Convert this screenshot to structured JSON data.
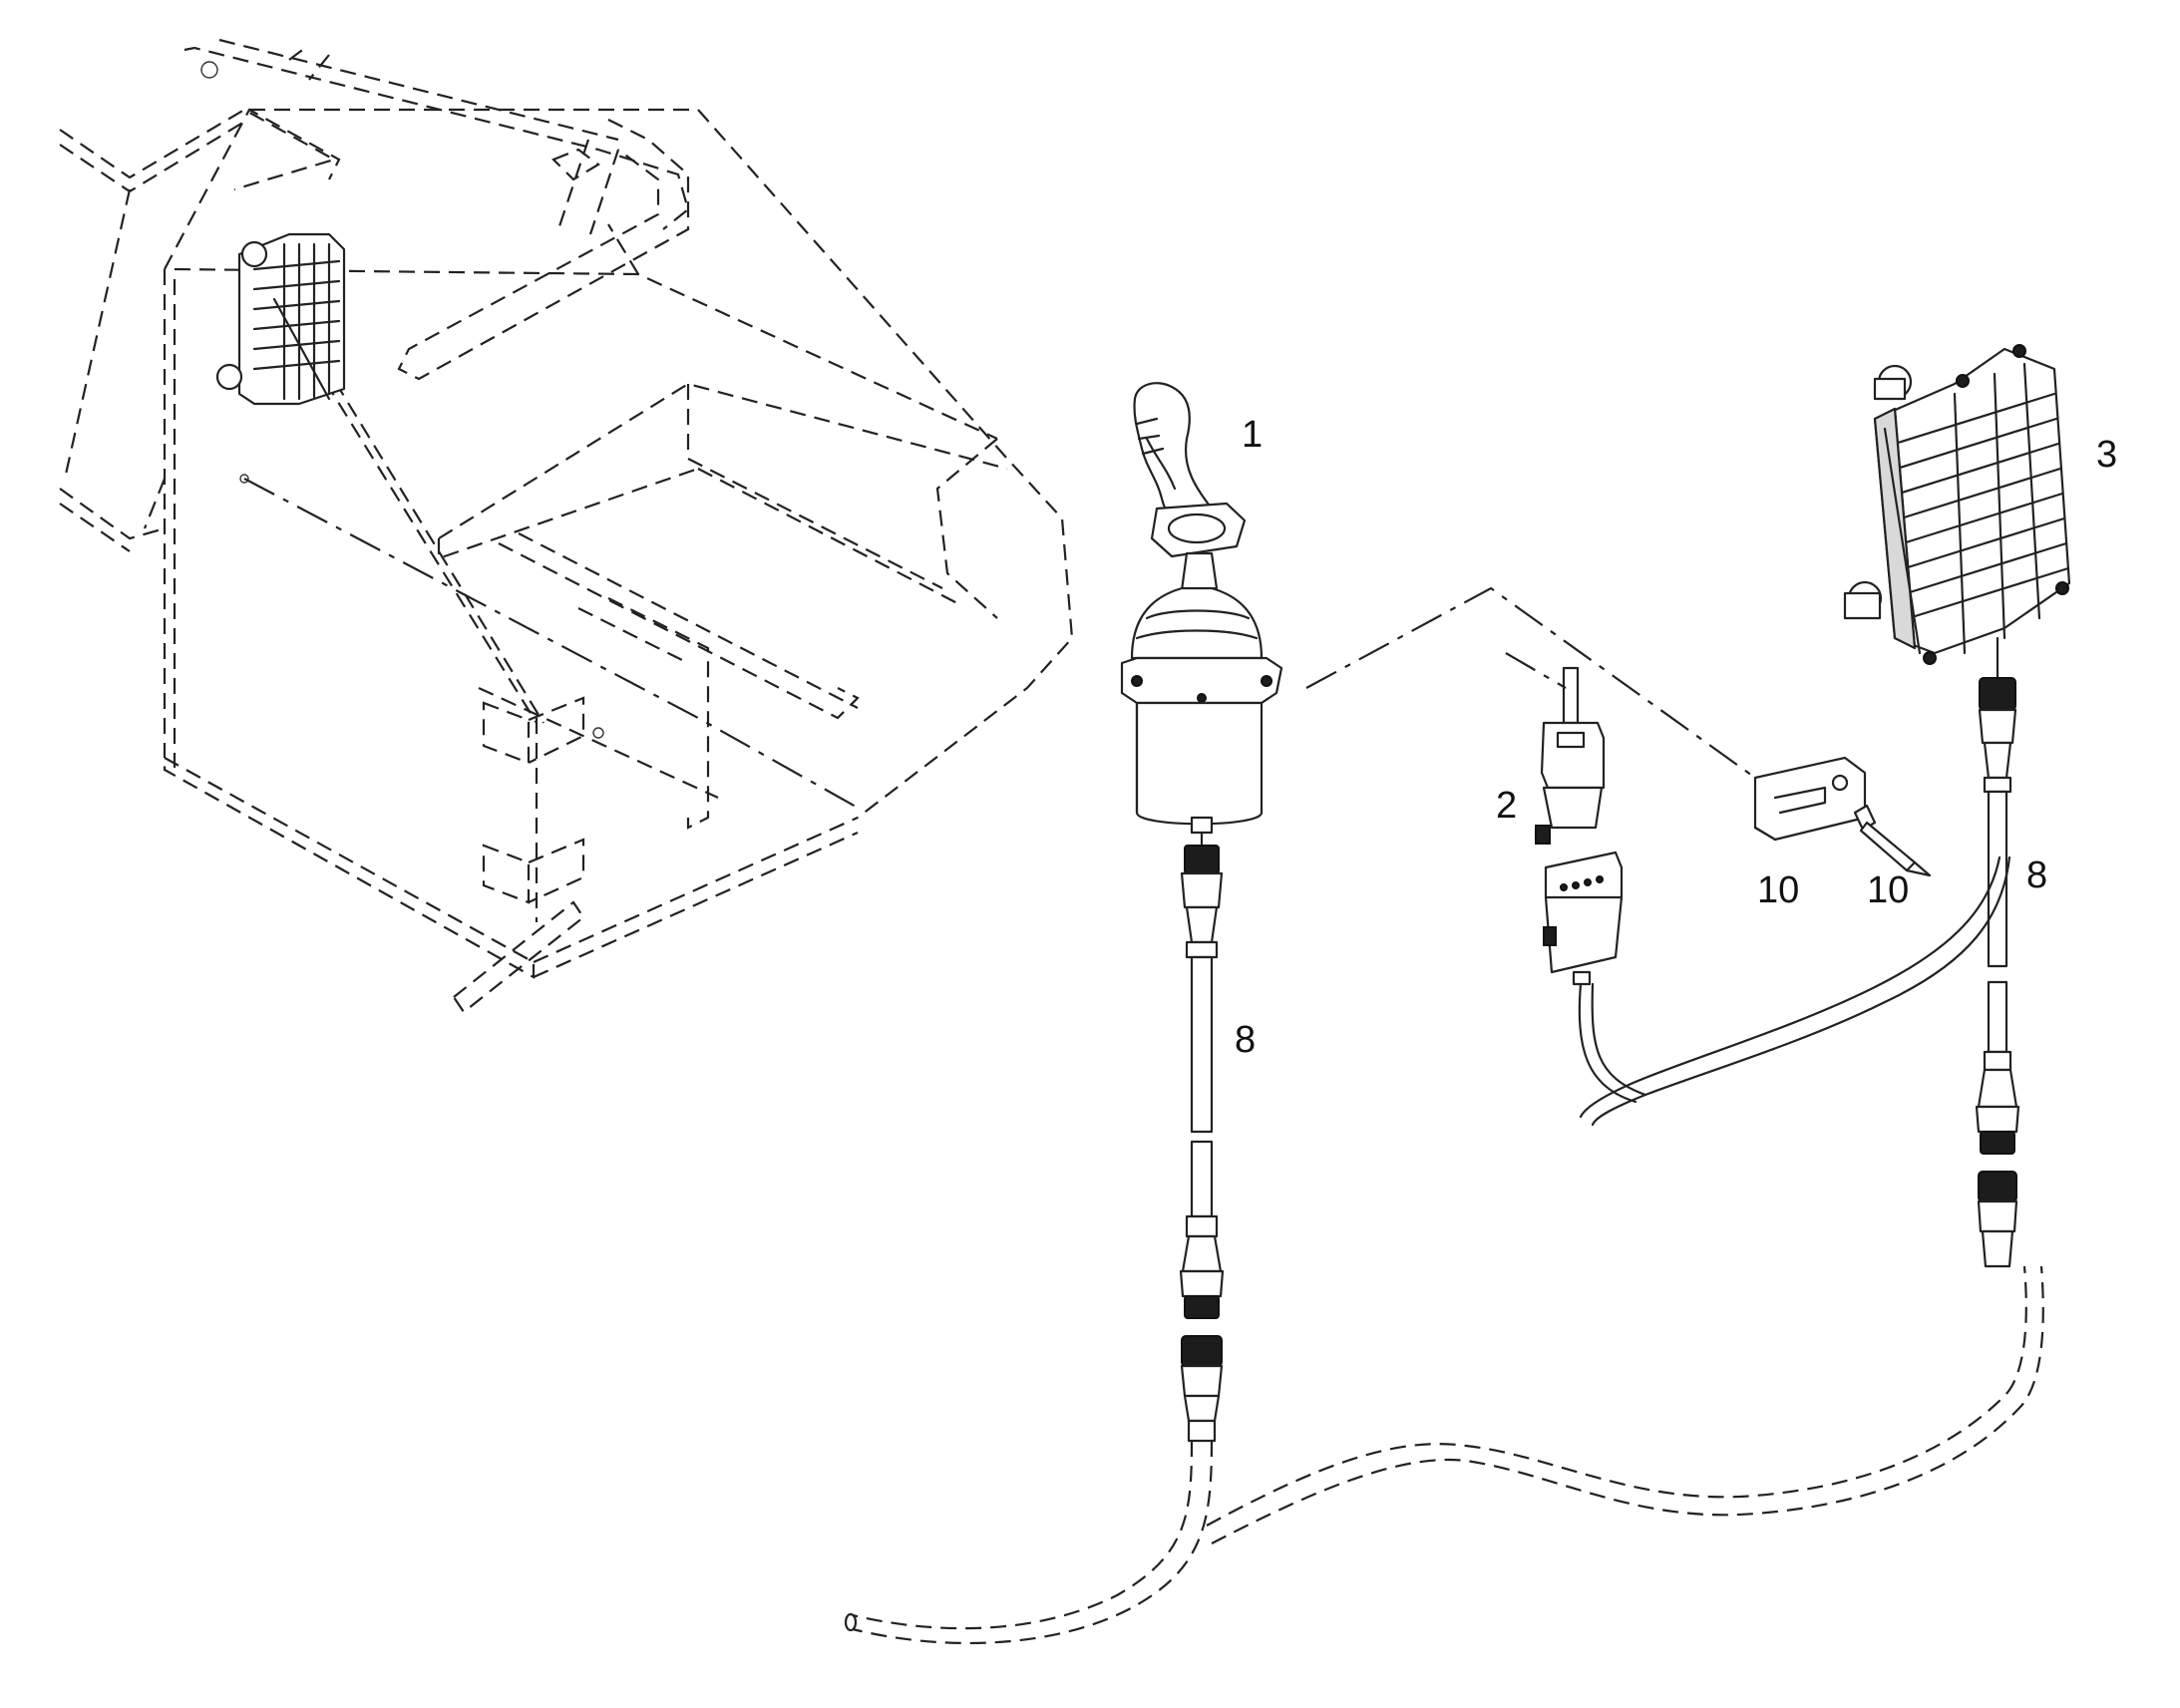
{
  "callouts": [
    {
      "id": "joystick",
      "label": "1"
    },
    {
      "id": "plug-connector",
      "label": "2"
    },
    {
      "id": "control-module",
      "label": "3"
    },
    {
      "id": "cable-joystick",
      "label": "8"
    },
    {
      "id": "cable-module",
      "label": "8"
    },
    {
      "id": "mounting-bracket",
      "label": "10"
    },
    {
      "id": "screw",
      "label": "10"
    }
  ]
}
